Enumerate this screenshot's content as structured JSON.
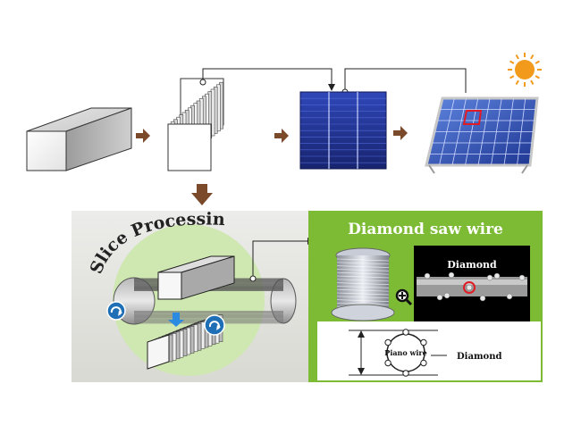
{
  "labels": {
    "slice_processing": "Slice Processing",
    "diamond_saw_wire": "Diamond saw wire",
    "diamond_micro": "Diamond",
    "piano_wire": "Piano wire",
    "diamond_cross": "Diamond"
  },
  "colors": {
    "arrow_brown": "#7a4a2a",
    "green_panel": "#7dbb35",
    "light_green_circle": "#cfe7b0",
    "cell_blue": "#1f2f8c",
    "sun_orange": "#f29a1c",
    "rotate_blue": "#1f6fb6"
  },
  "icons": {
    "zoom": "magnifier-plus-icon",
    "sun": "sun-icon",
    "rotate": "rotate-arrow-icon"
  }
}
